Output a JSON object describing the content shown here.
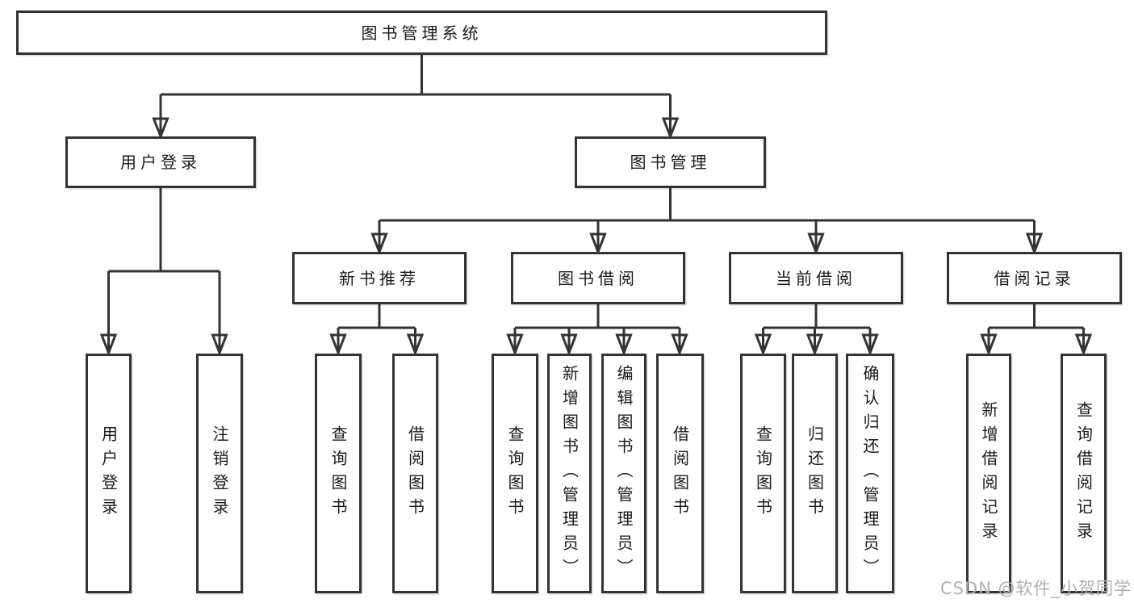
{
  "diagram": {
    "root": "图书管理系统",
    "level2": [
      {
        "label": "用户登录",
        "children": [
          "用户登录",
          "注销登录"
        ]
      },
      {
        "label": "图书管理"
      }
    ],
    "level3": [
      {
        "label": "新书推荐",
        "children": [
          "查询图书",
          "借阅图书"
        ]
      },
      {
        "label": "图书借阅",
        "children": [
          "查询图书",
          "新增图书（管理员）",
          "编辑图书（管理员）",
          "借阅图书"
        ]
      },
      {
        "label": "当前借阅",
        "children": [
          "查询图书",
          "归还图书",
          "确认归还（管理员）"
        ]
      },
      {
        "label": "借阅记录",
        "children": [
          "新增借阅记录",
          "查询借阅记录"
        ]
      }
    ]
  },
  "watermark": {
    "text": "CSDN @软件_小贺同学"
  },
  "colors": {
    "line": "#333333",
    "border": "#333333",
    "text": "#1a1a1a",
    "background": "#ffffff",
    "watermark": "#b0b0b0"
  }
}
